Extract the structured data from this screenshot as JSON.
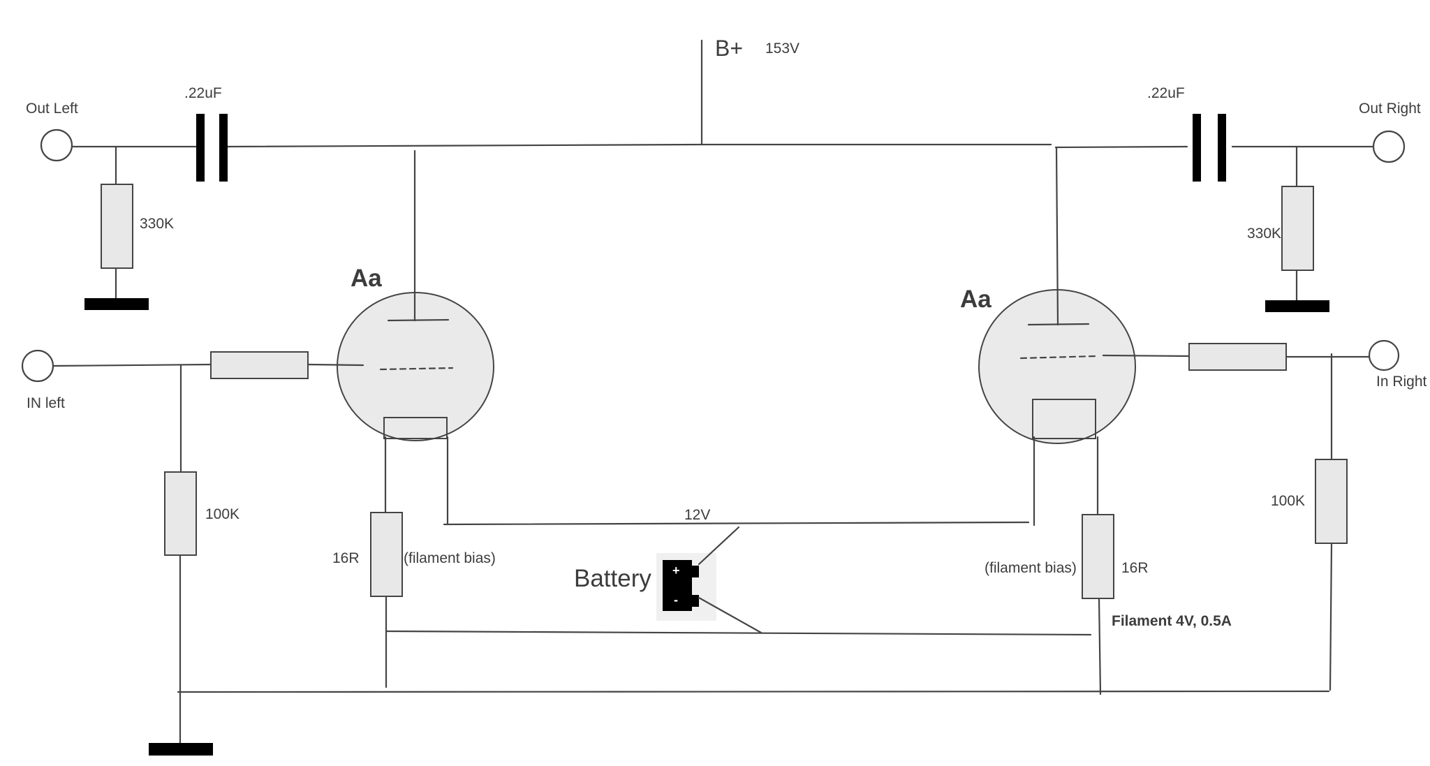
{
  "supply": {
    "name": "B+",
    "voltage": "153V"
  },
  "left": {
    "output_label": "Out Left",
    "input_label": "IN left",
    "coupling_cap": ".22uF",
    "plate_resistor": "330K",
    "grid_resistor": "100K",
    "cathode_resistor": "16R",
    "cathode_note": "(filament bias)",
    "tube_label": "Aa"
  },
  "right": {
    "output_label": "Out Right",
    "input_label": "In Right",
    "coupling_cap": ".22uF",
    "plate_resistor": "330K",
    "grid_resistor": "100K",
    "cathode_resistor": "16R",
    "cathode_note": "(filament bias)",
    "tube_label": "Aa"
  },
  "battery": {
    "label": "Battery",
    "plus": "+",
    "minus": "-"
  },
  "filament_voltage": "12V",
  "filament_spec": "Filament 4V, 0.5A"
}
